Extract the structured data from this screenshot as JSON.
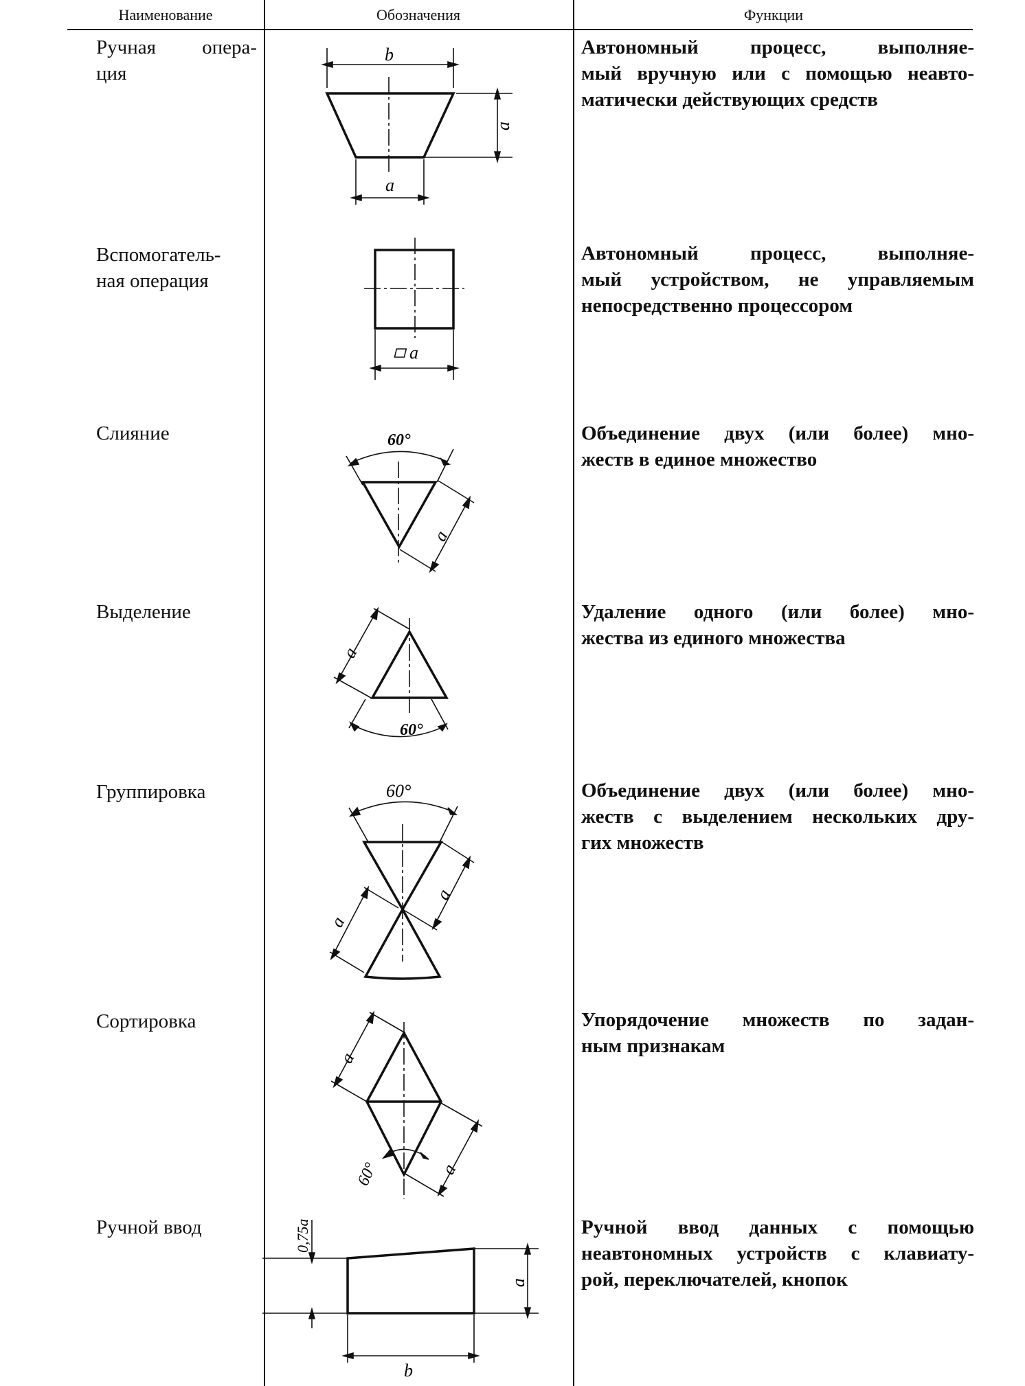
{
  "headers": {
    "name": "Наименование",
    "symbol": "Обозначения",
    "function": "Функции"
  },
  "rows": [
    {
      "name_lines": [
        "Ручная опера-",
        "ция"
      ],
      "function_lines": [
        "Автономный процесс, выполняе-",
        "мый вручную или с помощью неавто-",
        "матически действующих средств"
      ]
    },
    {
      "name_lines": [
        "Вспомогатель-",
        "ная операция"
      ],
      "function_lines": [
        "Автономный процесс, выполняе-",
        "мый устройством, не управляемым",
        "непосредственно процессором"
      ]
    },
    {
      "name_lines": [
        "Слияние"
      ],
      "function_lines": [
        "Объединение двух (или более) мно-",
        "жеств в единое множество"
      ]
    },
    {
      "name_lines": [
        "Выделение"
      ],
      "function_lines": [
        "Удаление одного (или более) мно-",
        "жества из единого множества"
      ]
    },
    {
      "name_lines": [
        "Группировка"
      ],
      "function_lines": [
        "Объединение двух (или более) мно-",
        "жеств с выделением нескольких дру-",
        "гих множеств"
      ]
    },
    {
      "name_lines": [
        "Сортировка"
      ],
      "function_lines": [
        "Упорядочение множеств по задан-",
        "ным признакам"
      ]
    },
    {
      "name_lines": [
        "Ручной ввод"
      ],
      "function_lines": [
        "Ручной ввод данных с помощью",
        "неавтономных устройств с клавиату-",
        "рой, переключателей, кнопок"
      ]
    }
  ],
  "dimension_labels": {
    "a": "a",
    "b": "b",
    "square_a": "a",
    "angle": "60°",
    "three_quarter_a": "0,75a"
  }
}
